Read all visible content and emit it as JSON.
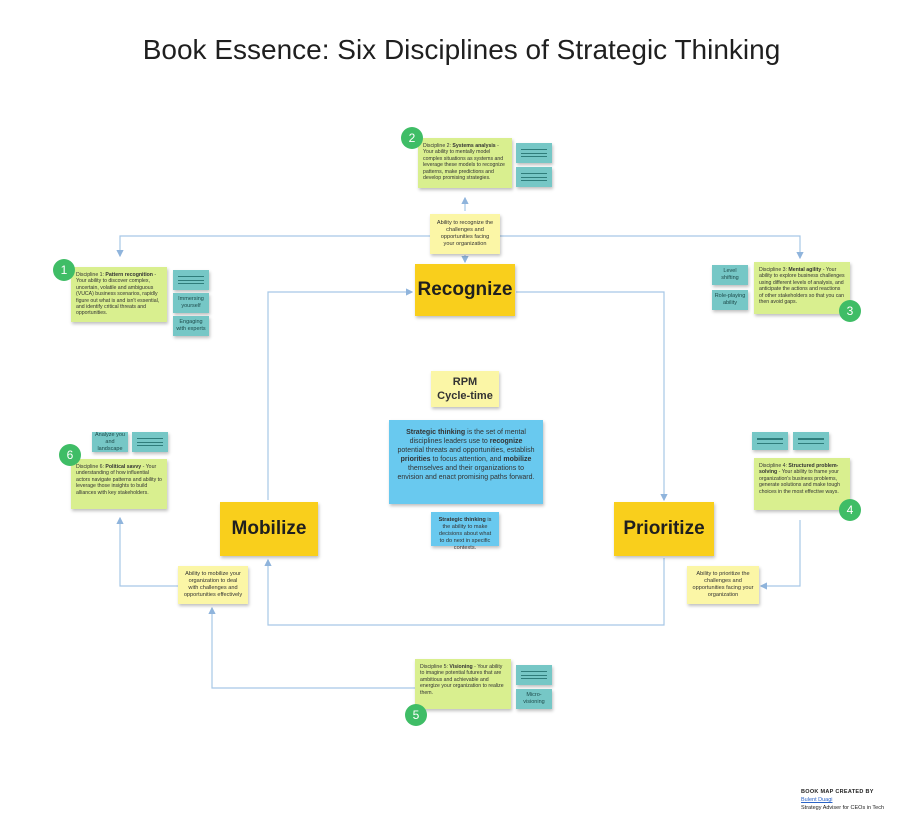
{
  "title": "Book Essence: Six Disciplines of Strategic Thinking",
  "stages": {
    "recognize": "Recognize",
    "prioritize": "Prioritize",
    "mobilize": "Mobilize"
  },
  "center": {
    "rpm_line1": "RPM",
    "rpm_line2": "Cycle-time",
    "definition_part1": "Strategic thinking",
    "definition_part2": " is the set of mental disciplines leaders use to ",
    "definition_part3": "recognize",
    "definition_part4": " potential threats and opportunities, establish ",
    "definition_part5": "priorities",
    "definition_part6": " to focus attention, and ",
    "definition_part7": "mobilize",
    "definition_part8": " themselves and their organizations to envision and enact promising paths forward.",
    "sub_bold": "Strategic thinking",
    "sub_rest": " is the ability to make decisions about what to do next in specific contexts."
  },
  "abilities": {
    "recognize": "Ability to recognize the challenges and opportunities facing your organization",
    "prioritize": "Ability to prioritize the challenges and opportunities facing your organization",
    "mobilize": "Ability to mobilize your organization to deal with challenges and opportunities effectively"
  },
  "disciplines": [
    {
      "number": "1",
      "lead": "Discipline 1: ",
      "name": "Pattern recognition",
      "text": " - Your ability to discover complex, uncertain, volatile and ambiguous (VUCA) business scenarios, rapidly figure out what is and isn't essential, and identify critical threats and opportunities."
    },
    {
      "number": "2",
      "lead": "Discipline 2: ",
      "name": "Systems analysis",
      "text": " - Your ability to mentally model complex situations as systems and leverage these models to recognize patterns, make predictions and develop promising strategies."
    },
    {
      "number": "3",
      "lead": "Discipline 3: ",
      "name": "Mental agility",
      "text": " - Your ability to explore business challenges using different levels of analysis, and anticipate the actions and reactions of other stakeholders so that you can then avoid gaps."
    },
    {
      "number": "4",
      "lead": "Discipline 4: ",
      "name": "Structured problem-solving",
      "text": " - Your ability to frame your organization's business problems, generate solutions and make tough choices in the most effective ways."
    },
    {
      "number": "5",
      "lead": "Discipline 5: ",
      "name": "Visioning",
      "text": " - Your ability to imagine potential futures that are ambitious and achievable and energize your organization to realize them."
    },
    {
      "number": "6",
      "lead": "Discipline 6: ",
      "name": "Political savvy",
      "text": " - Your understanding of how influential actors navigate patterns and ability to leverage those insights to build alliances with key stakeholders."
    }
  ],
  "tags": {
    "d1": [
      "Immersing yourself",
      "Engaging with experts"
    ],
    "d3": [
      "Level shifting",
      "Role-playing ability"
    ],
    "d5": [
      "Micro-visioning"
    ],
    "d6": [
      "Analyze you and landscape"
    ]
  },
  "credit": {
    "heading": "BOOK MAP CREATED BY",
    "name": "Bulent Duagi",
    "role": "Strategy Adviser for CEOs in Tech"
  },
  "colors": {
    "green_note": "#d9ef8f",
    "yellow_note": "#fbf6a6",
    "teal_note": "#76c7c6",
    "blue_note": "#69c9ef",
    "stage_yellow": "#f9cf1c",
    "badge_green": "#3fbd66",
    "connector_blue": "#a7c7e7"
  }
}
